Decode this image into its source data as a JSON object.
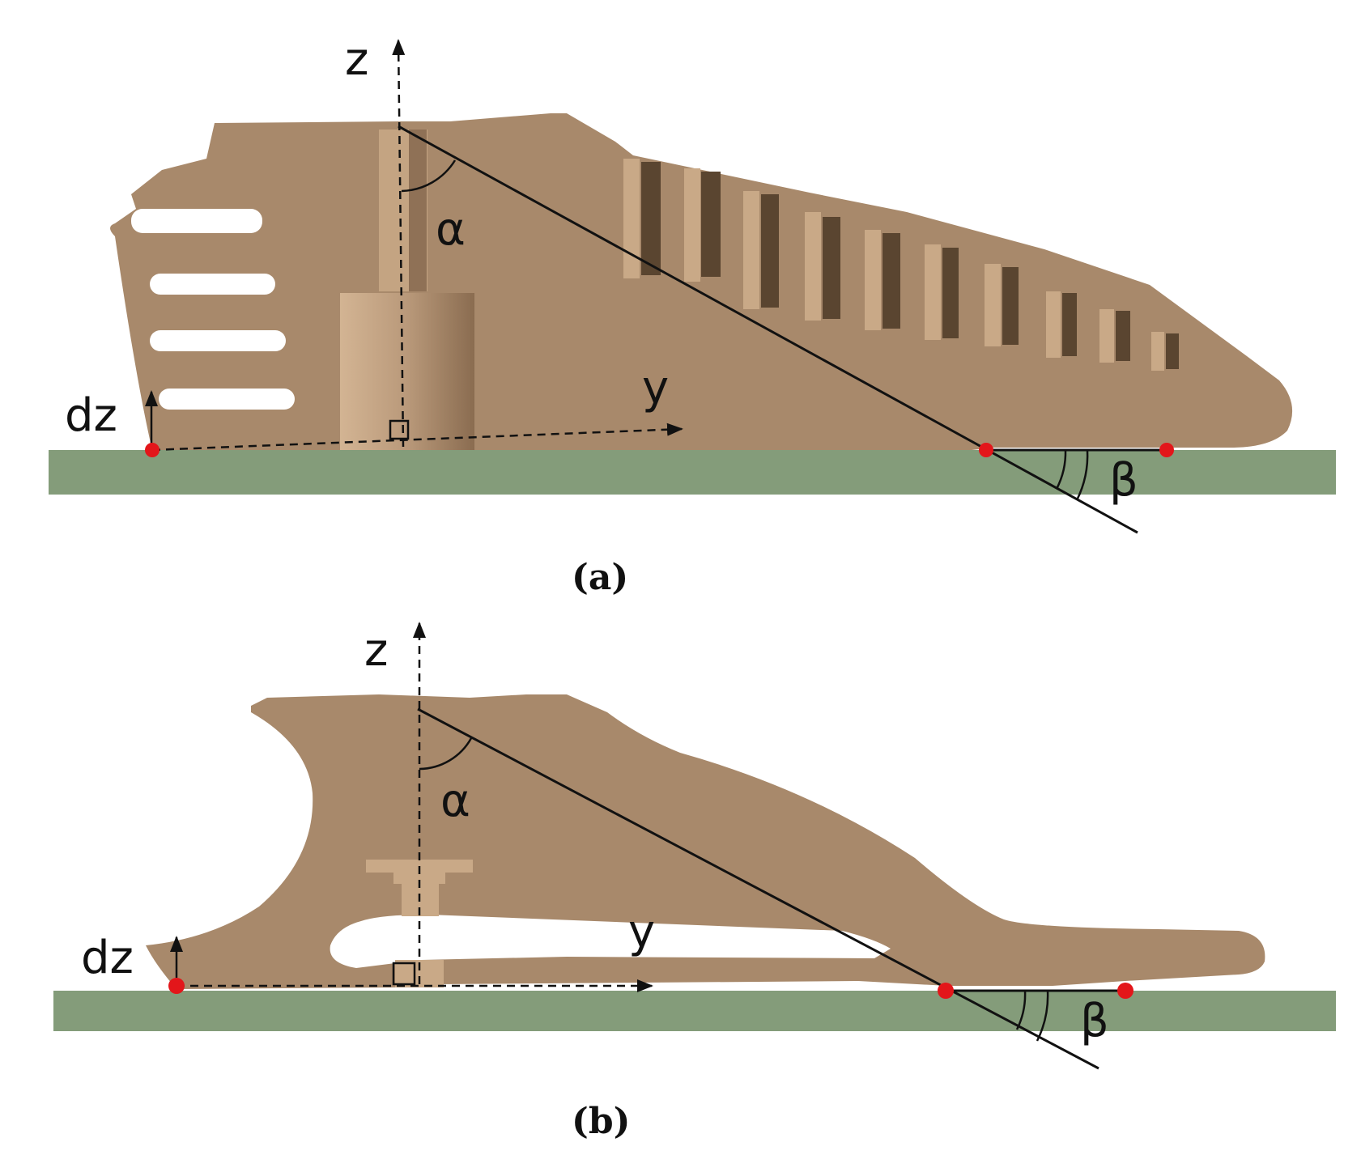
{
  "colors": {
    "foot": "#a8896b",
    "foot_light": "#c9a987",
    "foot_dark": "#5a4530",
    "ground": "#849c7a",
    "marker": "#e3161a",
    "line": "#111111"
  },
  "panels": [
    {
      "id": "a",
      "caption": "(a)",
      "labels": {
        "z": "z",
        "y": "y",
        "dz": "dz",
        "alpha": "α",
        "beta": "β"
      }
    },
    {
      "id": "b",
      "caption": "(b)",
      "labels": {
        "z": "z",
        "y": "y",
        "dz": "dz",
        "alpha": "α",
        "beta": "β"
      }
    }
  ]
}
